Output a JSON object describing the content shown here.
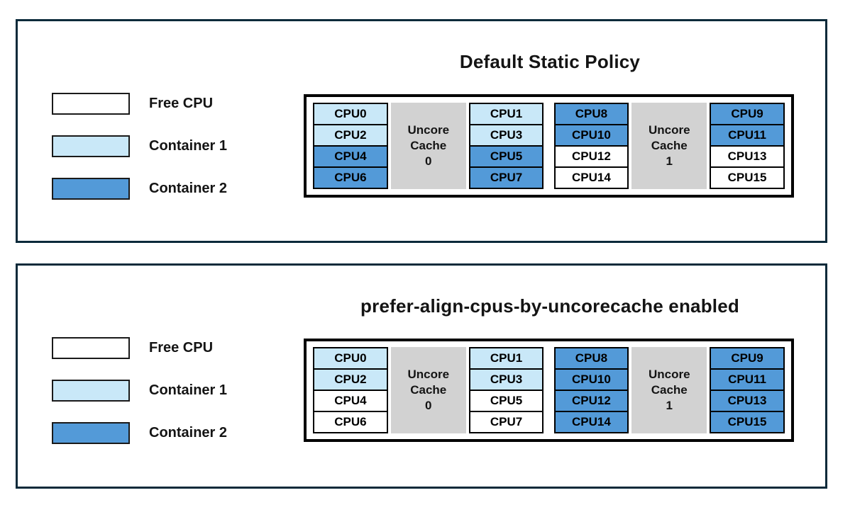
{
  "colors": {
    "free": "#ffffff",
    "container1": "#c9e8f8",
    "container2": "#539ad8",
    "cache_gray": "#d2d2d2",
    "panel_border": "#0b2a3a",
    "cell_border": "#000000"
  },
  "panels": [
    {
      "title": "Default Static Policy",
      "legend": [
        {
          "label": "Free CPU",
          "state": "free"
        },
        {
          "label": "Container 1",
          "state": "container1"
        },
        {
          "label": "Container 2",
          "state": "container2"
        }
      ],
      "groups": [
        {
          "cache_lines": [
            "Uncore",
            "Cache",
            "0"
          ],
          "left": [
            {
              "label": "CPU0",
              "state": "container1"
            },
            {
              "label": "CPU2",
              "state": "container1"
            },
            {
              "label": "CPU4",
              "state": "container2"
            },
            {
              "label": "CPU6",
              "state": "container2"
            }
          ],
          "right": [
            {
              "label": "CPU1",
              "state": "container1"
            },
            {
              "label": "CPU3",
              "state": "container1"
            },
            {
              "label": "CPU5",
              "state": "container2"
            },
            {
              "label": "CPU7",
              "state": "container2"
            }
          ]
        },
        {
          "cache_lines": [
            "Uncore",
            "Cache",
            "1"
          ],
          "left": [
            {
              "label": "CPU8",
              "state": "container2"
            },
            {
              "label": "CPU10",
              "state": "container2"
            },
            {
              "label": "CPU12",
              "state": "free"
            },
            {
              "label": "CPU14",
              "state": "free"
            }
          ],
          "right": [
            {
              "label": "CPU9",
              "state": "container2"
            },
            {
              "label": "CPU11",
              "state": "container2"
            },
            {
              "label": "CPU13",
              "state": "free"
            },
            {
              "label": "CPU15",
              "state": "free"
            }
          ]
        }
      ]
    },
    {
      "title": "prefer-align-cpus-by-uncorecache enabled",
      "legend": [
        {
          "label": "Free CPU",
          "state": "free"
        },
        {
          "label": "Container 1",
          "state": "container1"
        },
        {
          "label": "Container 2",
          "state": "container2"
        }
      ],
      "groups": [
        {
          "cache_lines": [
            "Uncore",
            "Cache",
            "0"
          ],
          "left": [
            {
              "label": "CPU0",
              "state": "container1"
            },
            {
              "label": "CPU2",
              "state": "container1"
            },
            {
              "label": "CPU4",
              "state": "free"
            },
            {
              "label": "CPU6",
              "state": "free"
            }
          ],
          "right": [
            {
              "label": "CPU1",
              "state": "container1"
            },
            {
              "label": "CPU3",
              "state": "container1"
            },
            {
              "label": "CPU5",
              "state": "free"
            },
            {
              "label": "CPU7",
              "state": "free"
            }
          ]
        },
        {
          "cache_lines": [
            "Uncore",
            "Cache",
            "1"
          ],
          "left": [
            {
              "label": "CPU8",
              "state": "container2"
            },
            {
              "label": "CPU10",
              "state": "container2"
            },
            {
              "label": "CPU12",
              "state": "container2"
            },
            {
              "label": "CPU14",
              "state": "container2"
            }
          ],
          "right": [
            {
              "label": "CPU9",
              "state": "container2"
            },
            {
              "label": "CPU11",
              "state": "container2"
            },
            {
              "label": "CPU13",
              "state": "container2"
            },
            {
              "label": "CPU15",
              "state": "container2"
            }
          ]
        }
      ]
    }
  ]
}
